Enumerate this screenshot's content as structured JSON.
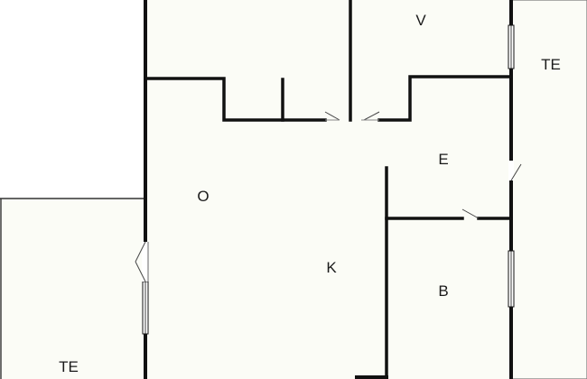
{
  "colors": {
    "background": "#ffffff",
    "floor": "#fbfcf6",
    "wall": "#111111",
    "window": "#ffffff"
  },
  "rooms": {
    "v": "V",
    "te_right": "TE",
    "e": "E",
    "o": "O",
    "k": "K",
    "b": "B",
    "te_bottom_left": "TE"
  }
}
